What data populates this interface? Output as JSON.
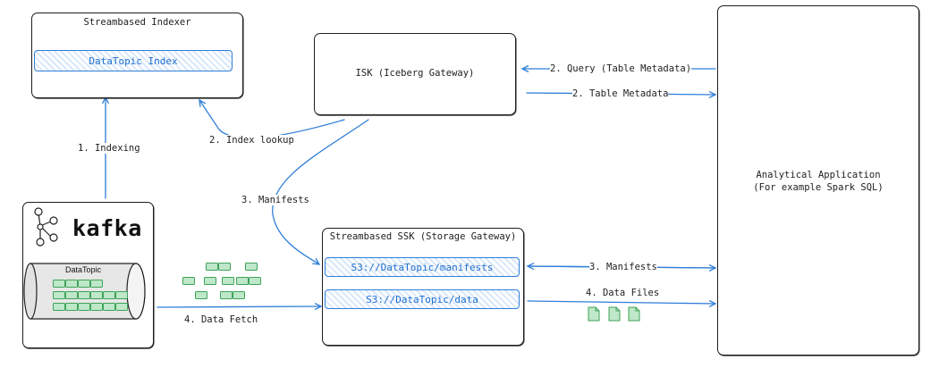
{
  "indexer": {
    "title": "Streambased Indexer",
    "index_label": "DataTopic Index"
  },
  "isk": {
    "title": "ISK (Iceberg Gateway)"
  },
  "ssk": {
    "title": "Streambased SSK (Storage Gateway)",
    "manifests_path": "S3://DataTopic/manifests",
    "data_path": "S3://DataTopic/data"
  },
  "analytics": {
    "line1": "Analytical Application",
    "line2": "(For example Spark SQL)"
  },
  "kafka": {
    "wordmark": "kafka",
    "topic_label": "DataTopic"
  },
  "arrows": {
    "indexing": "1. Indexing",
    "index_lookup": "2. Index lookup",
    "query": "2. Query (Table Metadata)",
    "table_metadata": "2. Table Metadata",
    "manifests_isk": "3. Manifests",
    "manifests_app": "3. Manifests",
    "data_files": "4. Data Files",
    "data_fetch": "4. Data Fetch"
  },
  "colors": {
    "accent": "#2f7ed8",
    "green_fill": "#bfe7c9",
    "green_stroke": "#3fa35b",
    "ink": "#1e1e1e"
  },
  "icons": [
    "kafka-logo-icon",
    "document-icon"
  ]
}
